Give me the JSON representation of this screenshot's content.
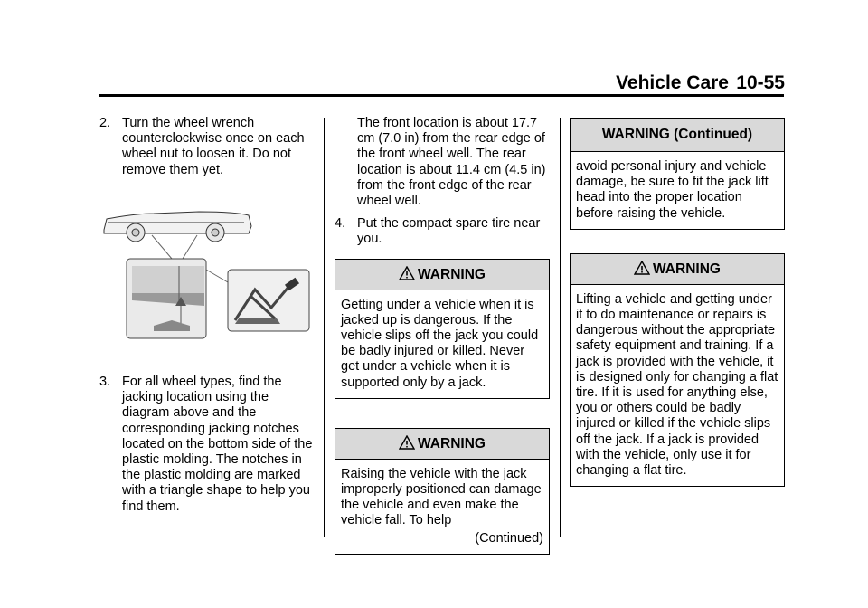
{
  "header": {
    "section": "Vehicle Care",
    "page": "10-55"
  },
  "col1": {
    "step2_num": "2.",
    "step2_text": "Turn the wheel wrench counterclockwise once on each wheel nut to loosen it. Do not remove them yet.",
    "step3_num": "3.",
    "step3_text": "For all wheel types, find the jacking location using the diagram above and the corresponding jacking notches located on the bottom side of the plastic molding. The notches in the plastic molding are marked with a triangle shape to help you find them."
  },
  "col2": {
    "cont_text": "The front location is about 17.7 cm (7.0 in) from the rear edge of the front wheel well. The rear location is about 11.4 cm (4.5 in) from the front edge of the rear wheel well.",
    "step4_num": "4.",
    "step4_text": "Put the compact spare tire near you.",
    "warning1": {
      "title": "WARNING",
      "body": "Getting under a vehicle when it is jacked up is dangerous. If the vehicle slips off the jack you could be badly injured or killed. Never get under a vehicle when it is supported only by a jack."
    },
    "warning2": {
      "title": "WARNING",
      "body": "Raising the vehicle with the jack improperly positioned can damage the vehicle and even make the vehicle fall. To help",
      "continued": "(Continued)"
    }
  },
  "col3": {
    "warning_cont": {
      "title": "WARNING  (Continued)",
      "body": "avoid personal injury and vehicle damage, be sure to fit the jack lift head into the proper location before raising the vehicle."
    },
    "warning3": {
      "title": "WARNING",
      "body": "Lifting a vehicle and getting under it to do maintenance or repairs is dangerous without the appropriate safety equipment and training. If a jack is provided with the vehicle, it is designed only for changing a flat tire. If it is used for anything else, you or others could be badly injured or killed if the vehicle slips off the jack. If a jack is provided with the vehicle, only use it for changing a flat tire."
    }
  }
}
